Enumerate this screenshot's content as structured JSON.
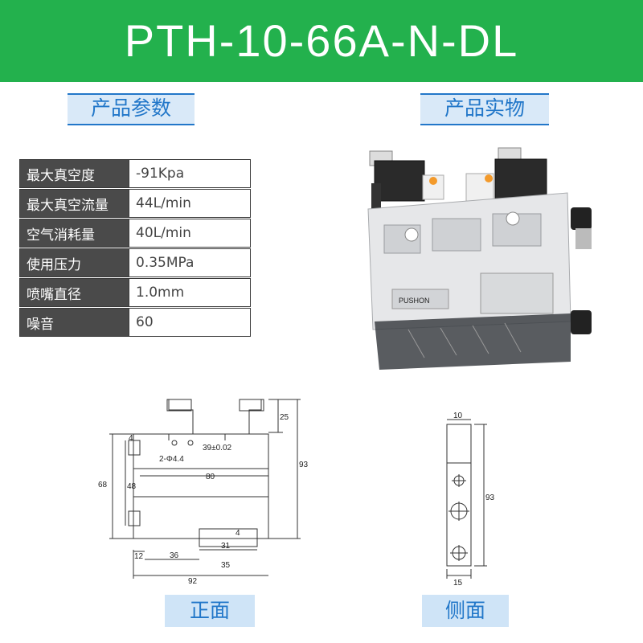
{
  "title": "PTH-10-66A-N-DL",
  "section_params_label": "产品参数",
  "section_photo_label": "产品实物",
  "params": [
    {
      "name": "最大真空度",
      "value": "-91Kpa"
    },
    {
      "name": "最大真空流量",
      "value": "44L/min"
    },
    {
      "name": "空气消耗量",
      "value": "40L/min"
    },
    {
      "name": "使用压力",
      "value": "0.35MPa"
    },
    {
      "name": "喷嘴直径",
      "value": "1.0mm"
    },
    {
      "name": "噪音",
      "value": "60"
    }
  ],
  "front_view": {
    "label": "正面",
    "dims": {
      "d25": "25",
      "d93": "93",
      "d4a": "4",
      "d39": "39±0.02",
      "hole": "2-Φ4.4",
      "d68": "68",
      "d48": "48",
      "d80": "80",
      "d4b": "4",
      "d31": "31",
      "d12": "12",
      "d36": "36",
      "d35": "35",
      "d92": "92"
    }
  },
  "side_view": {
    "label": "侧面",
    "dims": {
      "d10": "10",
      "d93": "93",
      "d15": "15"
    }
  },
  "photo_marking": "PUSHON",
  "colors": {
    "banner": "#23b14d",
    "accent": "#2277c9",
    "label_bg": "#d9e9f8",
    "param_key_bg": "#4a4a4a"
  }
}
